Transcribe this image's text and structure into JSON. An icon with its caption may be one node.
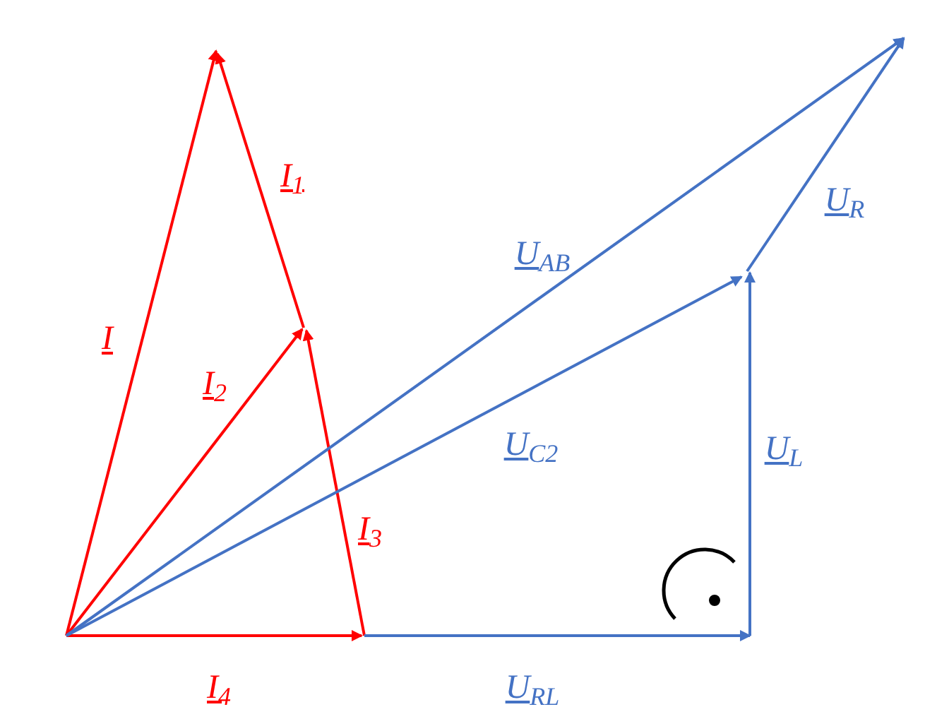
{
  "diagram": {
    "labels": [
      "I",
      "I$_{1}$",
      "I$_{2}$",
      "I$_{3}$",
      "I$_{4}$",
      "U$_{AB}$",
      "U$_{R}$",
      "U$_{C2}$",
      "U$_{L}$",
      "U$_{RL}$"
    ]
  }
}
